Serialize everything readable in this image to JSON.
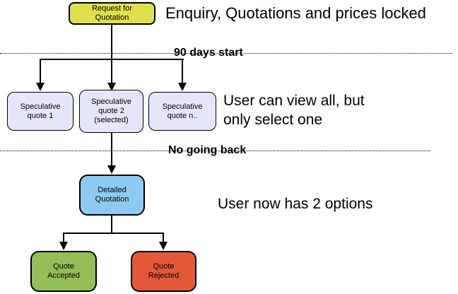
{
  "diagram": {
    "title_hint": "quotation workflow flowchart",
    "nodes": {
      "request": {
        "label": "Request for\nQuotation"
      },
      "spec1": {
        "label": "Speculative\nquote 1"
      },
      "spec2": {
        "label": "Speculative\nquote 2\n(selected)"
      },
      "spec3": {
        "label": "Speculative\nquote n.."
      },
      "detailed": {
        "label": "Detailed\nQuotation"
      },
      "accepted": {
        "label": "Quote\nAccepted"
      },
      "rejected": {
        "label": "Quote\nRejected"
      }
    },
    "milestones": {
      "days90": "90 days start",
      "no_going_back": "No going back"
    },
    "annotations": {
      "locked": "Enquiry, Quotations and prices locked",
      "view_all": "User can view all, but\nonly select one",
      "two_options": "User now has 2 options"
    },
    "colors": {
      "request": "#E0E04F",
      "speculative": "#E6E6FA",
      "detailed": "#8DC9F0",
      "accepted": "#94BE58",
      "rejected": "#E4583A",
      "line": "#000000"
    }
  }
}
